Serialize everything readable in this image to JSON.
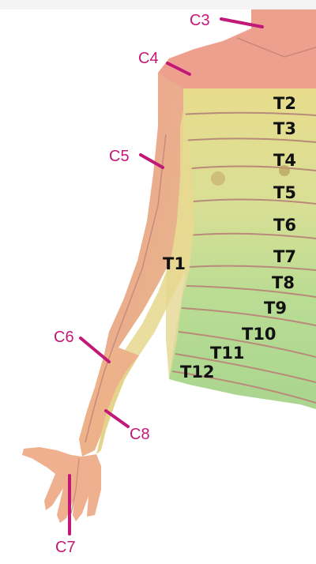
{
  "colors": {
    "skin_pink": "#eea08f",
    "skin_pink_dark": "#de8a78",
    "yellow": "#e2dc8a",
    "yellow_green": "#cfe0a0",
    "green": "#a7d58f",
    "stroke_band": "#b98a7a",
    "label_magenta": "#c21877",
    "text_dark": "#111111"
  },
  "labels": {
    "c3": "C3",
    "c4": "C4",
    "c5": "C5",
    "c6": "C6",
    "c7": "C7",
    "c8": "C8",
    "t1": "T1",
    "t2": "T2",
    "t3": "T3",
    "t4": "T4",
    "t5": "T5",
    "t6": "T6",
    "t7": "T7",
    "t8": "T8",
    "t9": "T9",
    "t10": "T10",
    "t11": "T11",
    "t12": "T12"
  }
}
